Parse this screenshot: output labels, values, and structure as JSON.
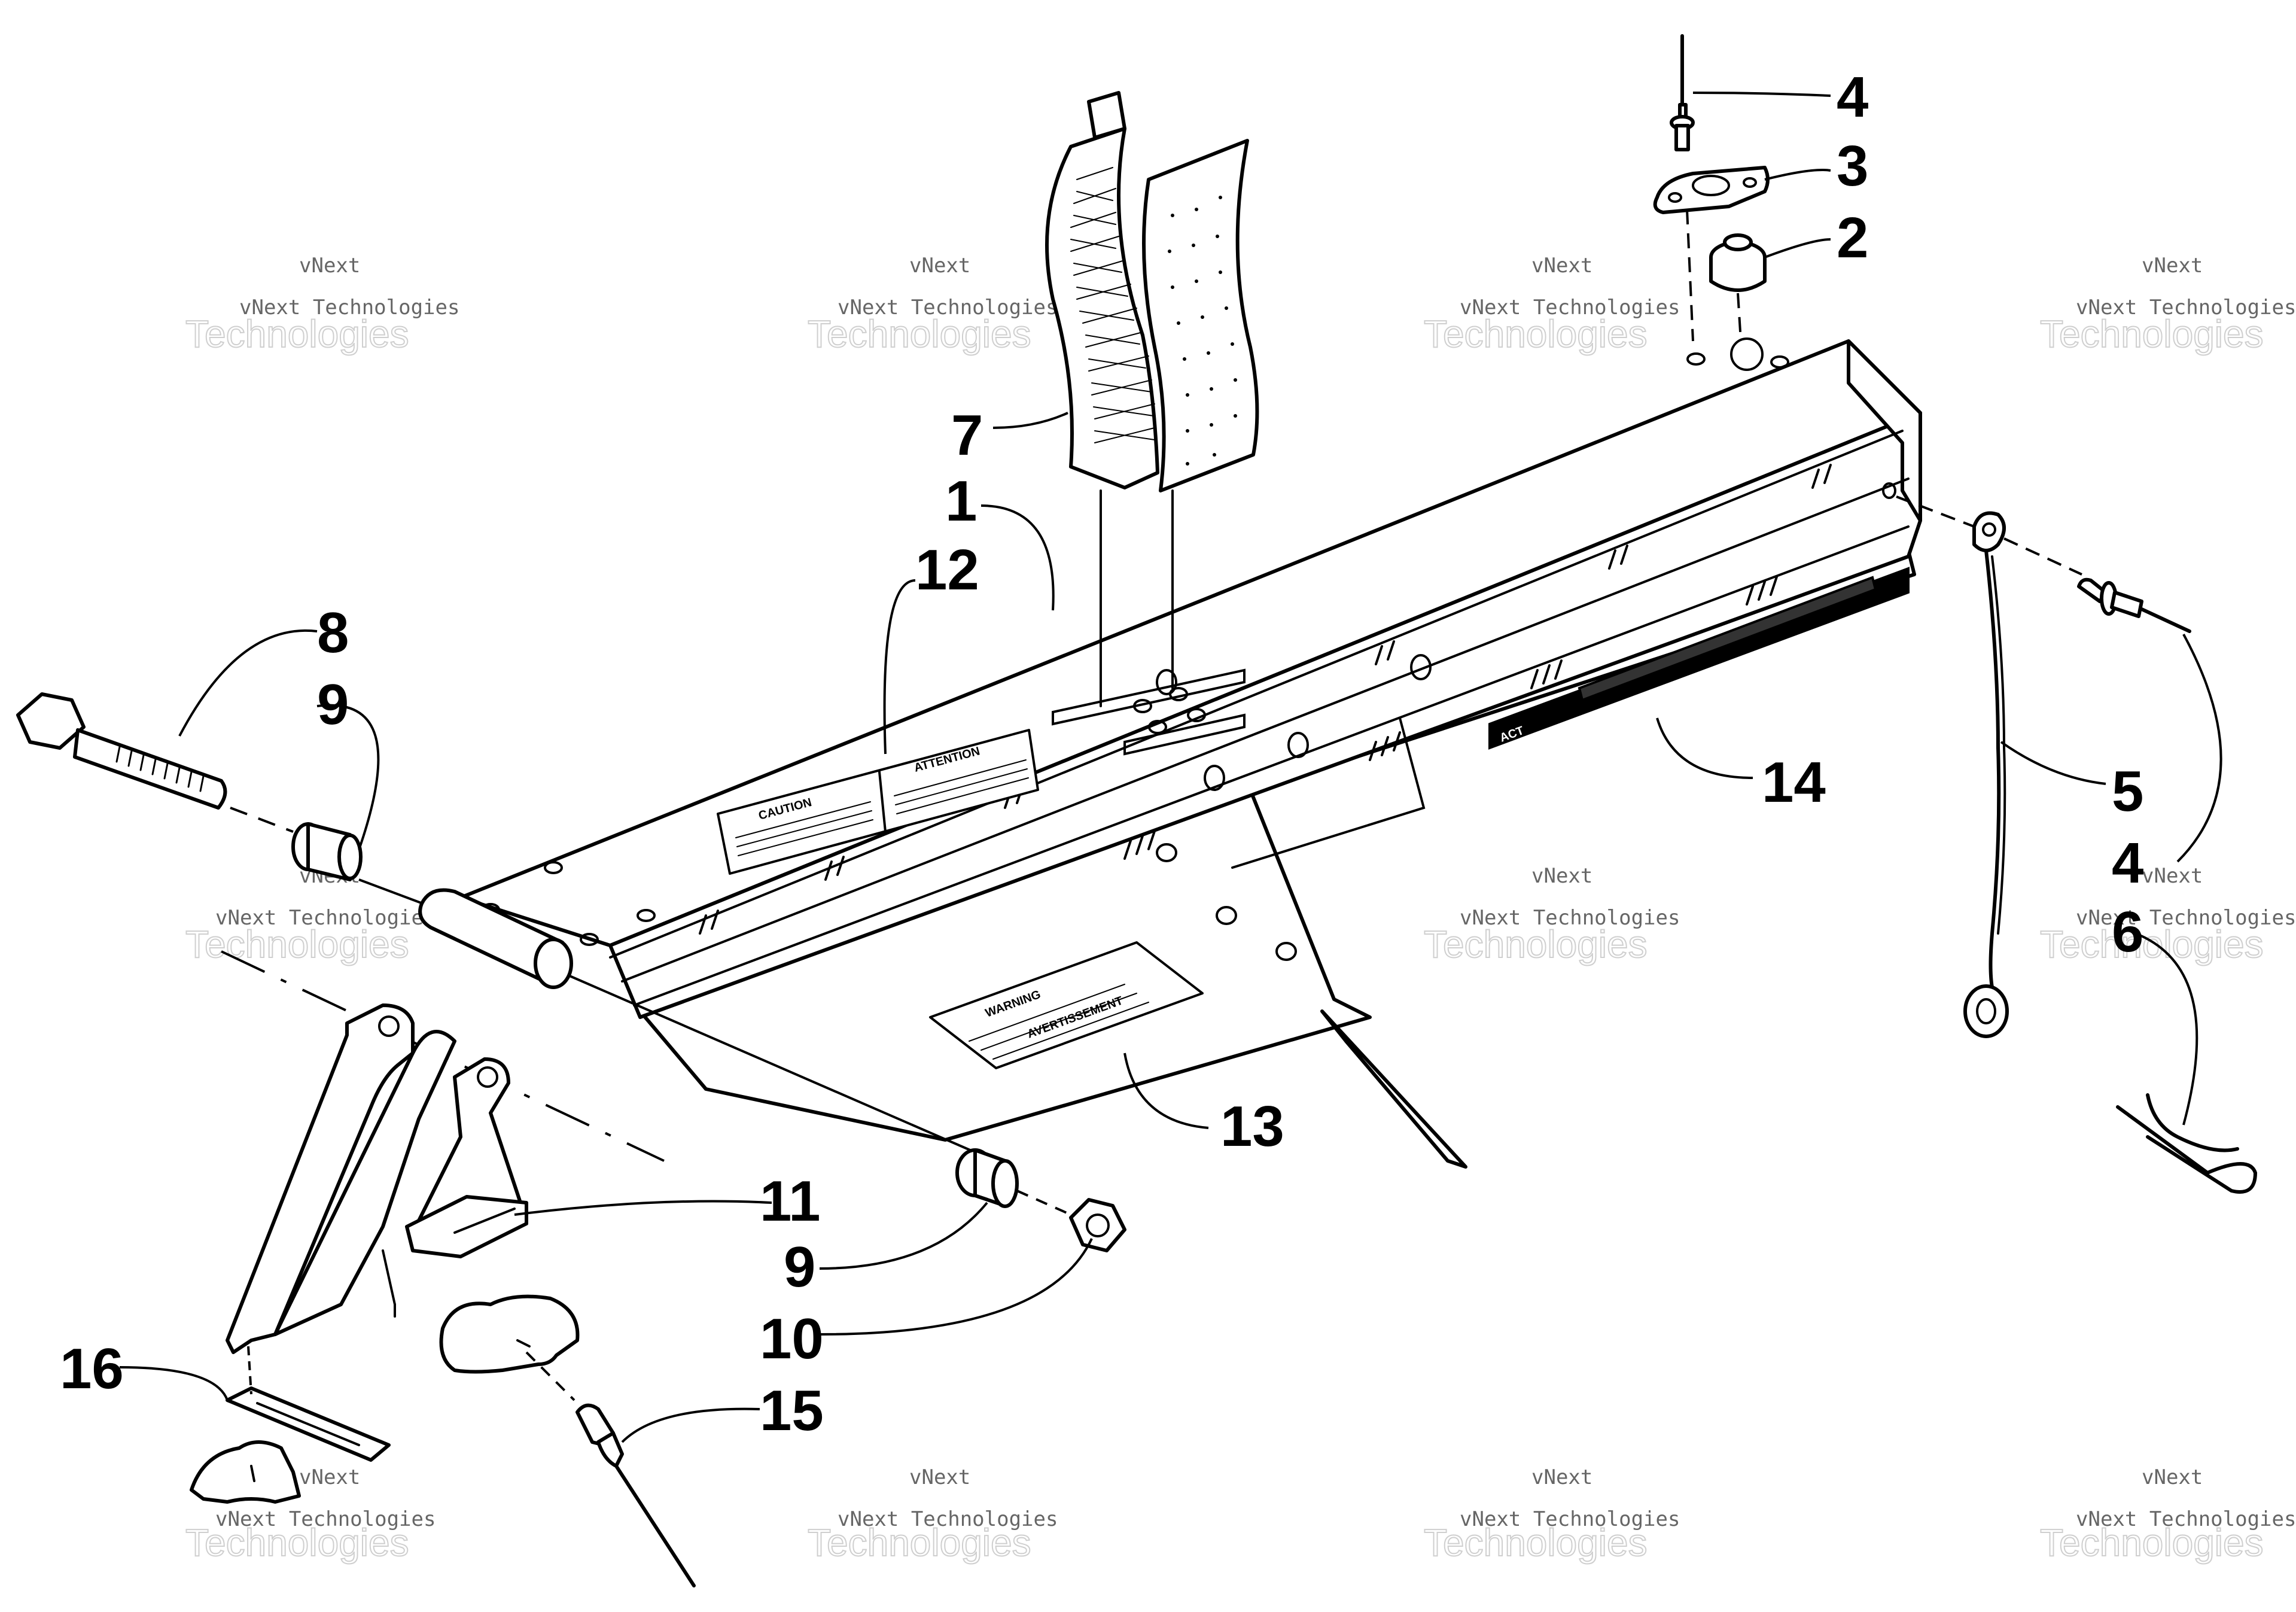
{
  "callouts": {
    "c1": "1",
    "c2": "2",
    "c3": "3",
    "c4a": "4",
    "c4b": "4",
    "c5": "5",
    "c6": "6",
    "c7": "7",
    "c8": "8",
    "c9a": "9",
    "c9b": "9",
    "c10": "10",
    "c11": "11",
    "c12": "12",
    "c13": "13",
    "c14": "14",
    "c15": "15",
    "c16": "16"
  },
  "watermark": {
    "line1": "vNext",
    "line2": "vNext Technologies",
    "line3": "Technologies"
  },
  "labels": {
    "caution": "CAUTION",
    "attention": "ATTENTION",
    "warning": "WARNING",
    "avertissement": "AVERTISSEMENT",
    "brand": "ACT"
  },
  "icons": [
    "bolt-icon",
    "bushing-icon",
    "nut-icon",
    "rivet-icon",
    "cotter-pin-icon"
  ]
}
